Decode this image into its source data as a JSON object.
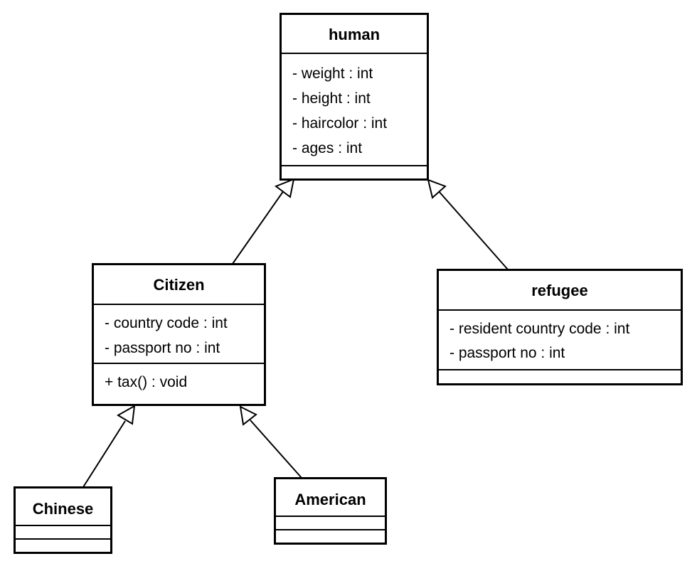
{
  "diagram": {
    "type": "uml-class-diagram",
    "classes": {
      "human": {
        "name": "human",
        "attributes": [
          "- weight : int",
          "- height : int",
          "- haircolor : int",
          "- ages : int"
        ],
        "operations": []
      },
      "citizen": {
        "name": "Citizen",
        "attributes": [
          "- country code : int",
          "- passport no : int"
        ],
        "operations": [
          "+ tax() : void"
        ]
      },
      "refugee": {
        "name": "refugee",
        "attributes": [
          "- resident country code : int",
          "- passport no : int"
        ],
        "operations": []
      },
      "chinese": {
        "name": "Chinese",
        "attributes": [],
        "operations": []
      },
      "american": {
        "name": "American",
        "attributes": [],
        "operations": []
      }
    },
    "relationships": [
      {
        "type": "generalization",
        "from": "Citizen",
        "to": "human"
      },
      {
        "type": "generalization",
        "from": "refugee",
        "to": "human"
      },
      {
        "type": "generalization",
        "from": "Chinese",
        "to": "Citizen"
      },
      {
        "type": "generalization",
        "from": "American",
        "to": "Citizen"
      }
    ]
  }
}
